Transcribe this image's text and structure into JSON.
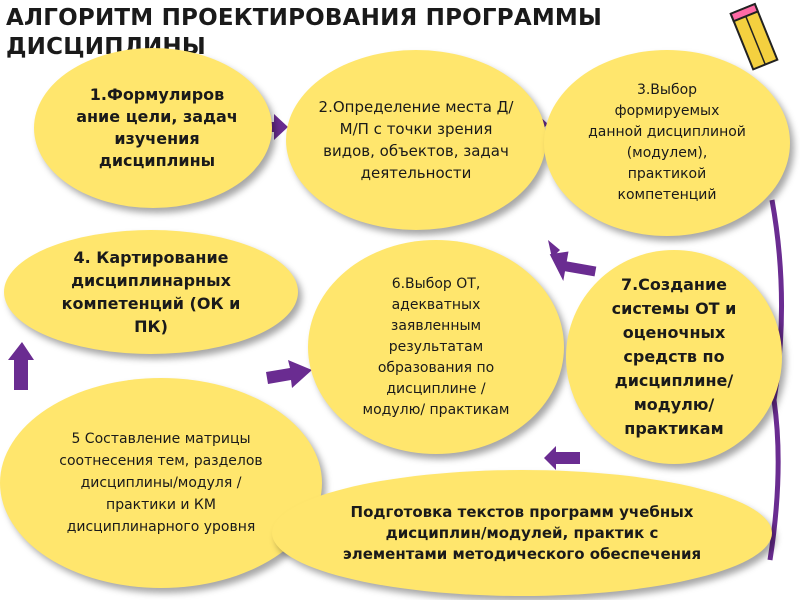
{
  "title_line1": "АЛГОРИТМ ПРОЕКТИРОВАНИЯ ПРОГРАММЫ",
  "title_line2": "ДИСЦИПЛИНЫ",
  "steps": [
    {
      "text": "1.Формулиров ание цели, задач изучения дисциплины"
    },
    {
      "text": "2.Определение места Д/М/П с точки зрения видов, объектов, задач деятельности"
    },
    {
      "text": "3.Выбор формируемых данной дисциплиной (модулем), практикой компетенций"
    },
    {
      "text": "4. Картирование дисциплинарных компетенций (ОК и ПК)"
    },
    {
      "text": "5 Составление матрицы соотнесения тем, разделов дисциплины/модуля / практики и КМ дисциплинарного уровня"
    },
    {
      "text": "6.Выбор ОТ, адекватных заявленным результатам образования по дисциплине /модулю/ практикам"
    },
    {
      "text": "7.Создание системы ОТ и оценочных средств по дисциплине/ модулю/ практикам"
    },
    {
      "text": "Подготовка текстов программ учебных дисциплин/модулей, практик с элементами методического обеспечения"
    }
  ],
  "colors": {
    "node_fill": "#ffe66d",
    "arrow": "#6a2c91",
    "text": "#1a1a1a"
  },
  "icons": {
    "decoration": "pencil-icon"
  }
}
